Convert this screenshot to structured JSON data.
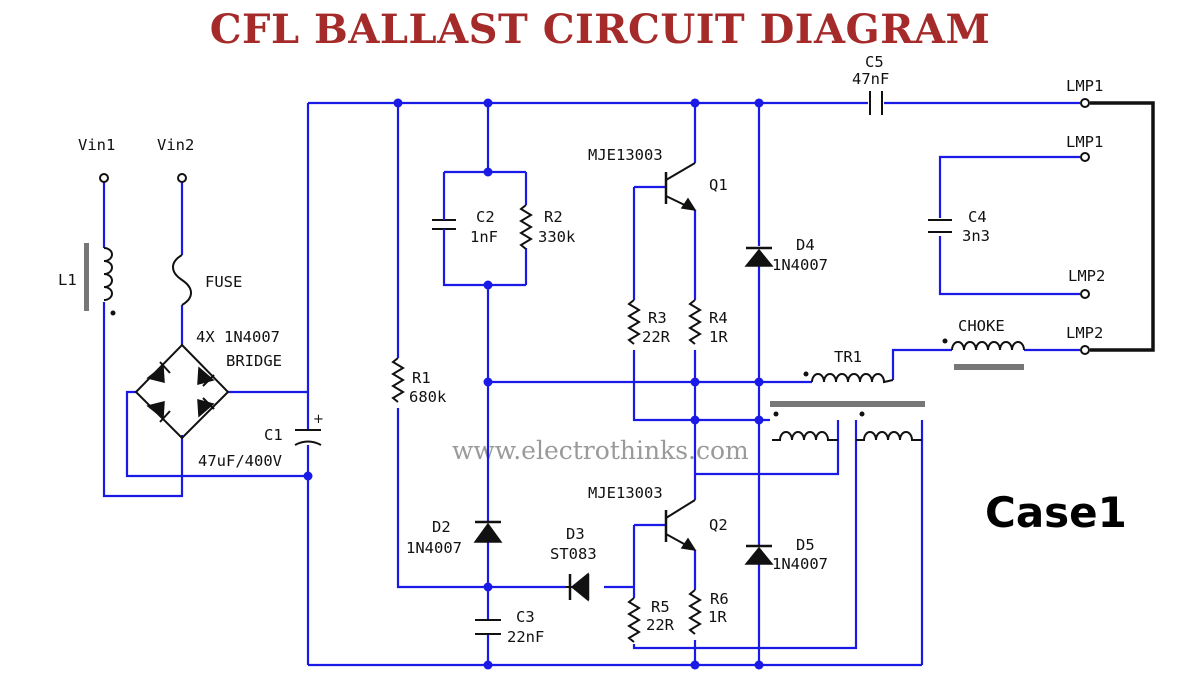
{
  "title": "CFL BALLAST CIRCUIT DIAGRAM",
  "case_label": "Case1",
  "watermark": "www.electrothinks.com",
  "colors": {
    "title": "#a52a2a",
    "wire": "#1a1ae6",
    "component": "#111111",
    "core": "#777777"
  },
  "terminals": {
    "vin1": "Vin1",
    "vin2": "Vin2",
    "lmp1_top": "LMP1",
    "lmp1": "LMP1",
    "lmp2": "LMP2",
    "lmp2_bottom": "LMP2"
  },
  "components": {
    "l1": "L1",
    "fuse": "FUSE",
    "bridge_qty": "4X 1N4007",
    "bridge": "BRIDGE",
    "c1_name": "C1",
    "c1_value": "47uF/400V",
    "r1_name": "R1",
    "r1_value": "680k",
    "c2_name": "C2",
    "c2_value": "1nF",
    "r2_name": "R2",
    "r2_value": "330k",
    "q1_part": "MJE13003",
    "q1_name": "Q1",
    "r3_name": "R3",
    "r3_value": "22R",
    "r4_name": "R4",
    "r4_value": "1R",
    "d4_name": "D4",
    "d4_value": "1N4007",
    "c5_name": "C5",
    "c5_value": "47nF",
    "c4_name": "C4",
    "c4_value": "3n3",
    "choke": "CHOKE",
    "tr1": "TR1",
    "q2_part": "MJE13003",
    "q2_name": "Q2",
    "d2_name": "D2",
    "d2_value": "1N4007",
    "d3_name": "D3",
    "d3_value": "ST083",
    "d5_name": "D5",
    "d5_value": "1N4007",
    "r5_name": "R5",
    "r5_value": "22R",
    "r6_name": "R6",
    "r6_value": "1R",
    "c3_name": "C3",
    "c3_value": "22nF"
  }
}
